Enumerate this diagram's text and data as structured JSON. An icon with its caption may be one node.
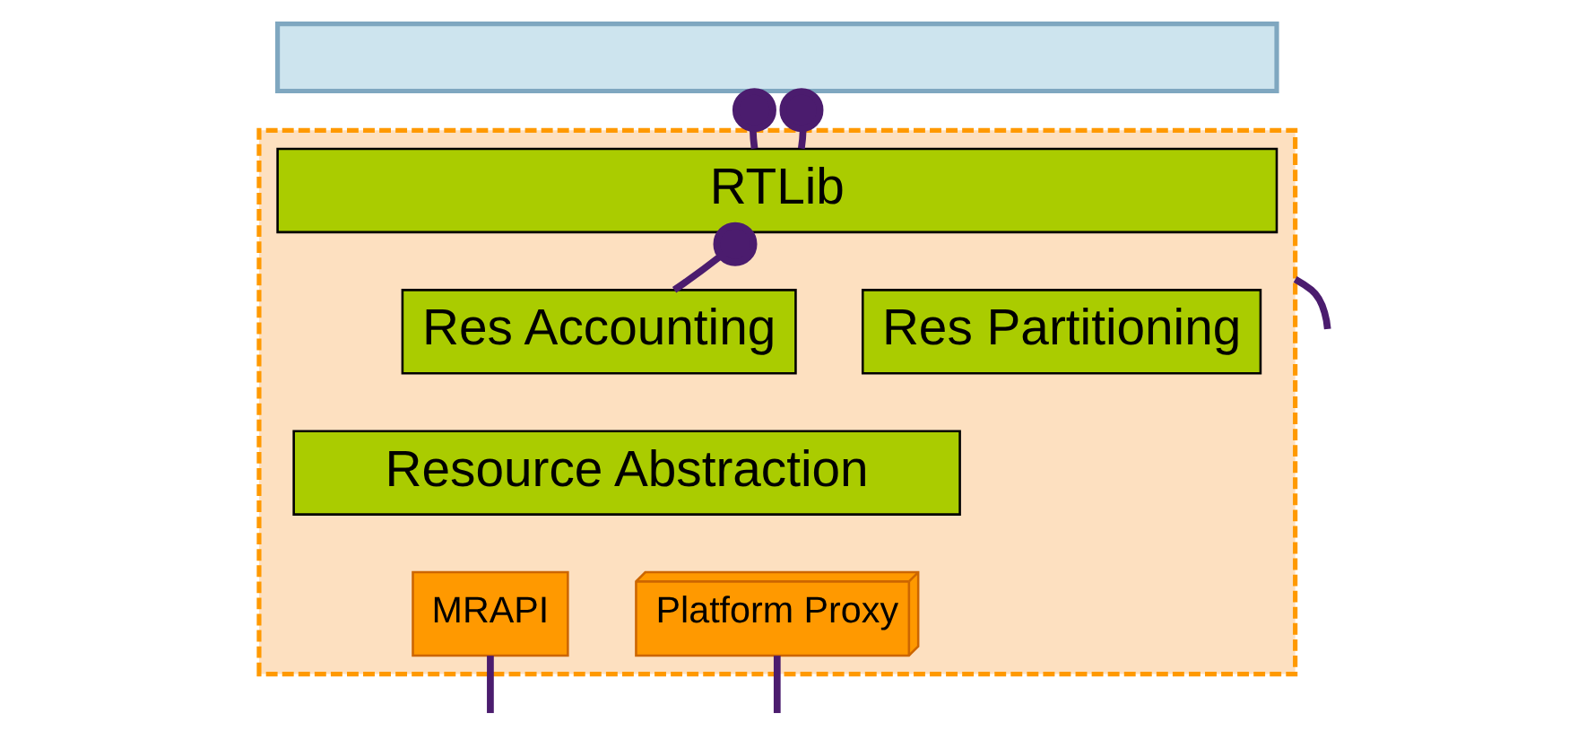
{
  "diagram": {
    "nodes": [
      {
        "text": [],
        "shape": "box"
      },
      {
        "text": [],
        "shape": "box"
      },
      {
        "text": [
          "RTLib"
        ],
        "in": 0
      },
      {
        "text": [
          "Res Accounting"
        ],
        "in": 0
      },
      {
        "text": [
          "Res Partitioning"
        ],
        "in": 0
      },
      {
        "text": [
          "Resource Abstraction"
        ],
        "in": 0
      },
      {
        "text": [
          "MRAPI"
        ],
        "in": 0
      },
      {
        "text": [
          "Platform Proxy"
        ],
        "in": 0
      }
    ],
    "edges": [
      {
        "from": 1,
        "to": 2,
        "arrow": "other"
      },
      {
        "from": 1,
        "to": 2,
        "arrow": "other"
      },
      {
        "from": 2,
        "to": 3,
        "arrow": "other"
      },
      {
        "from": 6,
        "to": null,
        "arrow": "none"
      },
      {
        "from": 7,
        "to": null,
        "arrow": "none"
      },
      {
        "from": 0,
        "to": null,
        "arrow": "none"
      }
    ]
  }
}
